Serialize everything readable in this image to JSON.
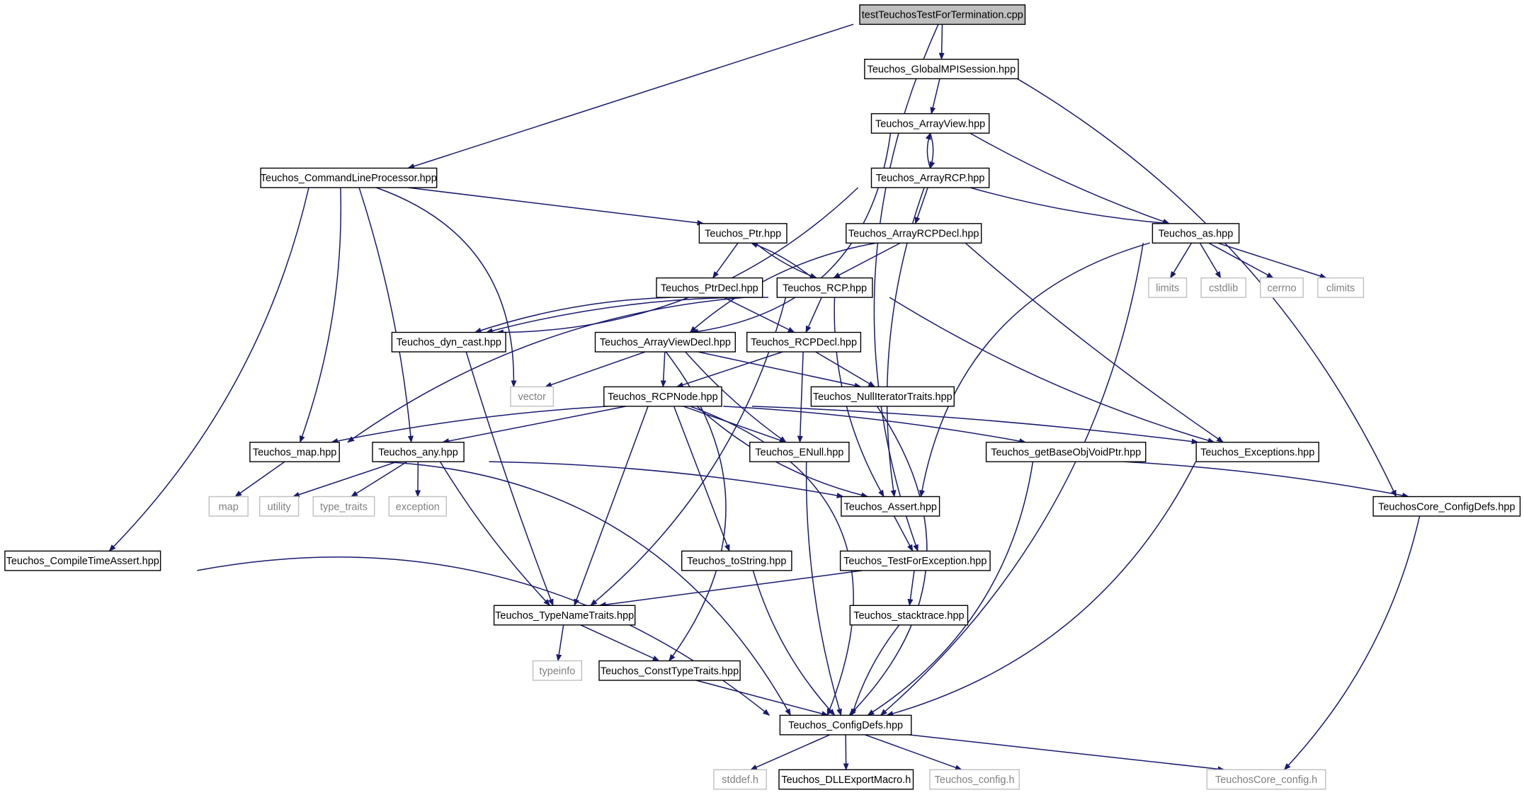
{
  "colors": {
    "edge": "#191970",
    "node_border": "#000000",
    "system_border": "#bfbfbf",
    "system_text": "#808080",
    "root_fill": "#bfbfbf",
    "background": "#ffffff"
  },
  "nodes": [
    {
      "id": "root",
      "label": "testTeuchosTestForTermination.cpp",
      "kind": "root"
    },
    {
      "id": "gmpi",
      "label": "Teuchos_GlobalMPISession.hpp",
      "kind": "header"
    },
    {
      "id": "av",
      "label": "Teuchos_ArrayView.hpp",
      "kind": "header"
    },
    {
      "id": "clp",
      "label": "Teuchos_CommandLineProcessor.hpp",
      "kind": "header"
    },
    {
      "id": "arcp",
      "label": "Teuchos_ArrayRCP.hpp",
      "kind": "header"
    },
    {
      "id": "ptr",
      "label": "Teuchos_Ptr.hpp",
      "kind": "header"
    },
    {
      "id": "arcpd",
      "label": "Teuchos_ArrayRCPDecl.hpp",
      "kind": "header"
    },
    {
      "id": "as",
      "label": "Teuchos_as.hpp",
      "kind": "header"
    },
    {
      "id": "limits",
      "label": "limits",
      "kind": "system"
    },
    {
      "id": "cstdlib",
      "label": "cstdlib",
      "kind": "system"
    },
    {
      "id": "cerrno",
      "label": "cerrno",
      "kind": "system"
    },
    {
      "id": "climits",
      "label": "climits",
      "kind": "system"
    },
    {
      "id": "ptrd",
      "label": "Teuchos_PtrDecl.hpp",
      "kind": "header"
    },
    {
      "id": "rcp",
      "label": "Teuchos_RCP.hpp",
      "kind": "header"
    },
    {
      "id": "dyn",
      "label": "Teuchos_dyn_cast.hpp",
      "kind": "header"
    },
    {
      "id": "avd",
      "label": "Teuchos_ArrayViewDecl.hpp",
      "kind": "header"
    },
    {
      "id": "rcpd",
      "label": "Teuchos_RCPDecl.hpp",
      "kind": "header"
    },
    {
      "id": "vector",
      "label": "vector",
      "kind": "system"
    },
    {
      "id": "rcpn",
      "label": "Teuchos_RCPNode.hpp",
      "kind": "header"
    },
    {
      "id": "nit",
      "label": "Teuchos_NullIteratorTraits.hpp",
      "kind": "header"
    },
    {
      "id": "map",
      "label": "Teuchos_map.hpp",
      "kind": "header"
    },
    {
      "id": "any",
      "label": "Teuchos_any.hpp",
      "kind": "header"
    },
    {
      "id": "enull",
      "label": "Teuchos_ENull.hpp",
      "kind": "header"
    },
    {
      "id": "gbo",
      "label": "Teuchos_getBaseObjVoidPtr.hpp",
      "kind": "header"
    },
    {
      "id": "exc",
      "label": "Teuchos_Exceptions.hpp",
      "kind": "header"
    },
    {
      "id": "stdmap",
      "label": "map",
      "kind": "system"
    },
    {
      "id": "utility",
      "label": "utility",
      "kind": "system"
    },
    {
      "id": "typetraits",
      "label": "type_traits",
      "kind": "system"
    },
    {
      "id": "exception",
      "label": "exception",
      "kind": "system"
    },
    {
      "id": "assert",
      "label": "Teuchos_Assert.hpp",
      "kind": "header"
    },
    {
      "id": "ccdefs",
      "label": "TeuchosCore_ConfigDefs.hpp",
      "kind": "header"
    },
    {
      "id": "cta",
      "label": "Teuchos_CompileTimeAssert.hpp",
      "kind": "header"
    },
    {
      "id": "tostr",
      "label": "Teuchos_toString.hpp",
      "kind": "header"
    },
    {
      "id": "tfe",
      "label": "Teuchos_TestForException.hpp",
      "kind": "header"
    },
    {
      "id": "tnt",
      "label": "Teuchos_TypeNameTraits.hpp",
      "kind": "header"
    },
    {
      "id": "st",
      "label": "Teuchos_stacktrace.hpp",
      "kind": "header"
    },
    {
      "id": "typeinfo",
      "label": "typeinfo",
      "kind": "system"
    },
    {
      "id": "ctt",
      "label": "Teuchos_ConstTypeTraits.hpp",
      "kind": "header"
    },
    {
      "id": "cfg",
      "label": "Teuchos_ConfigDefs.hpp",
      "kind": "header"
    },
    {
      "id": "stddef",
      "label": "stddef.h",
      "kind": "system"
    },
    {
      "id": "dll",
      "label": "Teuchos_DLLExportMacro.h",
      "kind": "header"
    },
    {
      "id": "tconfig",
      "label": "Teuchos_config.h",
      "kind": "system"
    },
    {
      "id": "ccfgh",
      "label": "TeuchosCore_config.h",
      "kind": "system"
    }
  ],
  "edges": [
    {
      "from": "root",
      "to": "gmpi"
    },
    {
      "from": "root",
      "to": "clp"
    },
    {
      "from": "root",
      "to": "tfe"
    },
    {
      "from": "gmpi",
      "to": "av"
    },
    {
      "from": "gmpi",
      "to": "ccdefs"
    },
    {
      "from": "av",
      "to": "arcp"
    },
    {
      "from": "av",
      "to": "avd"
    },
    {
      "from": "av",
      "to": "as"
    },
    {
      "from": "arcp",
      "to": "av"
    },
    {
      "from": "arcp",
      "to": "arcpd"
    },
    {
      "from": "arcp",
      "to": "as"
    },
    {
      "from": "arcp",
      "to": "dyn"
    },
    {
      "from": "arcp",
      "to": "assert"
    },
    {
      "from": "clp",
      "to": "ptr"
    },
    {
      "from": "clp",
      "to": "map"
    },
    {
      "from": "clp",
      "to": "any"
    },
    {
      "from": "clp",
      "to": "vector"
    },
    {
      "from": "clp",
      "to": "cta"
    },
    {
      "from": "ptr",
      "to": "ptrd"
    },
    {
      "from": "ptr",
      "to": "rcp"
    },
    {
      "from": "rcp",
      "to": "ptr"
    },
    {
      "from": "arcpd",
      "to": "rcp"
    },
    {
      "from": "arcpd",
      "to": "avd"
    },
    {
      "from": "arcpd",
      "to": "exc"
    },
    {
      "from": "as",
      "to": "limits"
    },
    {
      "from": "as",
      "to": "cstdlib"
    },
    {
      "from": "as",
      "to": "cerrno"
    },
    {
      "from": "as",
      "to": "climits"
    },
    {
      "from": "as",
      "to": "assert"
    },
    {
      "from": "as",
      "to": "cfg"
    },
    {
      "from": "ptrd",
      "to": "dyn"
    },
    {
      "from": "ptrd",
      "to": "rcpd"
    },
    {
      "from": "rcp",
      "to": "dyn"
    },
    {
      "from": "rcp",
      "to": "rcpd"
    },
    {
      "from": "rcp",
      "to": "map"
    },
    {
      "from": "rcp",
      "to": "exc"
    },
    {
      "from": "rcp",
      "to": "assert"
    },
    {
      "from": "rcp",
      "to": "tnt"
    },
    {
      "from": "dyn",
      "to": "tnt"
    },
    {
      "from": "avd",
      "to": "rcpn"
    },
    {
      "from": "avd",
      "to": "nit"
    },
    {
      "from": "avd",
      "to": "vector"
    },
    {
      "from": "avd",
      "to": "enull"
    },
    {
      "from": "avd",
      "to": "ctt"
    },
    {
      "from": "rcpd",
      "to": "rcpn"
    },
    {
      "from": "rcpd",
      "to": "enull"
    },
    {
      "from": "rcpd",
      "to": "nit"
    },
    {
      "from": "rcpn",
      "to": "map"
    },
    {
      "from": "rcpn",
      "to": "any"
    },
    {
      "from": "rcpn",
      "to": "enull"
    },
    {
      "from": "rcpn",
      "to": "gbo"
    },
    {
      "from": "rcpn",
      "to": "exc"
    },
    {
      "from": "rcpn",
      "to": "assert"
    },
    {
      "from": "rcpn",
      "to": "tostr"
    },
    {
      "from": "rcpn",
      "to": "tnt"
    },
    {
      "from": "rcpn",
      "to": "cfg"
    },
    {
      "from": "nit",
      "to": "cfg"
    },
    {
      "from": "map",
      "to": "stdmap"
    },
    {
      "from": "map",
      "to": "cfg"
    },
    {
      "from": "any",
      "to": "utility"
    },
    {
      "from": "any",
      "to": "typetraits"
    },
    {
      "from": "any",
      "to": "exception"
    },
    {
      "from": "any",
      "to": "assert"
    },
    {
      "from": "any",
      "to": "tnt"
    },
    {
      "from": "enull",
      "to": "cfg"
    },
    {
      "from": "gbo",
      "to": "ccdefs"
    },
    {
      "from": "gbo",
      "to": "cfg"
    },
    {
      "from": "exc",
      "to": "cfg"
    },
    {
      "from": "assert",
      "to": "tfe"
    },
    {
      "from": "tfe",
      "to": "tnt"
    },
    {
      "from": "tfe",
      "to": "st"
    },
    {
      "from": "st",
      "to": "cfg"
    },
    {
      "from": "tostr",
      "to": "cfg"
    },
    {
      "from": "tnt",
      "to": "typeinfo"
    },
    {
      "from": "tnt",
      "to": "ctt"
    },
    {
      "from": "ctt",
      "to": "cfg"
    },
    {
      "from": "cta",
      "to": "cfg"
    },
    {
      "from": "ccdefs",
      "to": "ccfgh"
    },
    {
      "from": "cfg",
      "to": "stddef"
    },
    {
      "from": "cfg",
      "to": "dll"
    },
    {
      "from": "cfg",
      "to": "tconfig"
    },
    {
      "from": "cfg",
      "to": "ccfgh"
    }
  ]
}
